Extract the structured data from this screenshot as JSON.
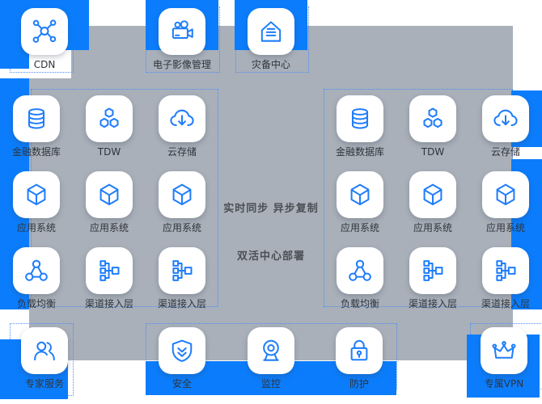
{
  "colors": {
    "background": "#ffffff",
    "panel_gray": "#a9b0b9",
    "accent_blue": "#0b7dfc",
    "icon_stroke": "#1f7dfa",
    "label_text": "#2f343b",
    "center_text": "#4b5056",
    "dashed_border": "#4a8cf6"
  },
  "top_nodes": [
    {
      "label": "CDN",
      "icon": "network-icon"
    },
    {
      "label": "电子影像管理",
      "icon": "video-camera-icon"
    },
    {
      "label": "灾备中心",
      "icon": "disaster-recovery-icon"
    }
  ],
  "datacenter_nodes": [
    {
      "label": "金融数据库",
      "icon": "database-icon"
    },
    {
      "label": "TDW",
      "icon": "hexagons-icon"
    },
    {
      "label": "云存储",
      "icon": "cloud-download-icon"
    },
    {
      "label": "应用系统",
      "icon": "cube-icon"
    },
    {
      "label": "应用系统",
      "icon": "cube-icon"
    },
    {
      "label": "应用系统",
      "icon": "cube-icon"
    },
    {
      "label": "负载均衡",
      "icon": "load-balancer-icon"
    },
    {
      "label": "渠道接入层",
      "icon": "access-layer-icon"
    },
    {
      "label": "渠道接入层",
      "icon": "access-layer-icon"
    }
  ],
  "center_text": {
    "line1": "实时同步 异步复制",
    "line2": "双活中心部署"
  },
  "bottom_nodes": [
    {
      "label": "专家服务",
      "icon": "users-icon"
    },
    {
      "label": "安全",
      "icon": "shield-icon"
    },
    {
      "label": "监控",
      "icon": "webcam-icon"
    },
    {
      "label": "防护",
      "icon": "lock-icon"
    },
    {
      "label": "专属VPN",
      "icon": "crown-icon"
    }
  ]
}
